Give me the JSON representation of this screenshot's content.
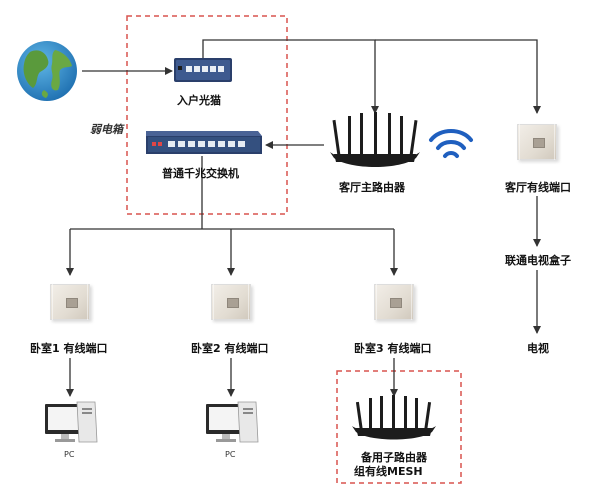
{
  "labels": {
    "modem": "入户光猫",
    "weak_box": "弱电箱",
    "switch": "普通千兆交换机",
    "main_router": "客厅主路由器",
    "living_port": "客厅有线端口",
    "tv_box": "联通电视盒子",
    "tv": "电视",
    "room1_port": "卧室1 有线端口",
    "room2_port": "卧室2 有线端口",
    "room3_port": "卧室3 有线端口",
    "pc1": "PC",
    "pc2": "PC",
    "backup_router_line1": "备用子路由器",
    "backup_router_line2": "组有线MESH"
  },
  "icons": {
    "internet": "globe-icon",
    "modem": "modem-icon",
    "switch": "switch-icon",
    "router": "router-icon",
    "wifi": "wifi-icon",
    "port": "wall-port-icon",
    "pc": "computer-icon"
  },
  "colors": {
    "dashed_box": "#d9534f",
    "connector": "#333333",
    "wifi": "#1f5fbf",
    "device_blue": "#2a3f6b",
    "router_dark": "#1c1c1c"
  }
}
